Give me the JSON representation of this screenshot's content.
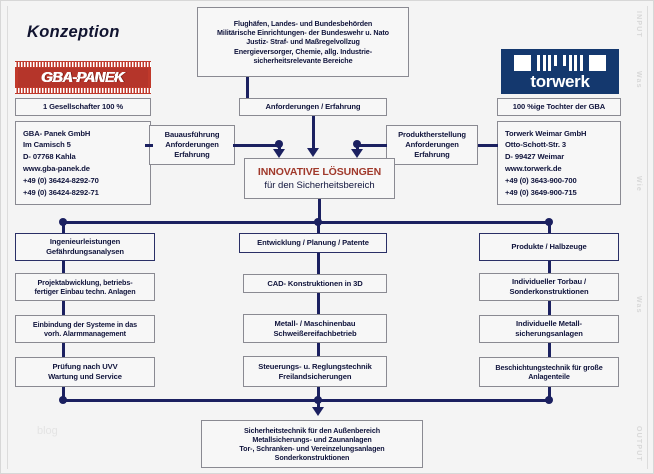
{
  "title": "Konzeption",
  "logos": {
    "gba": "GBA-PANEK",
    "torwerk": "torwerk"
  },
  "left": {
    "shareholder": "1 Gesellschafter 100 %",
    "address": [
      "GBA- Panek GmbH",
      "Im Camisch 5",
      "D- 07768 Kahla",
      "www.gba-panek.de",
      "+49 (0) 36424-8292-70",
      "+49 (0) 36424-8292-71"
    ],
    "role": [
      "Bauausführung",
      "Anforderungen",
      "Erfahrung"
    ],
    "column": [
      [
        "Ingenieurleistungen",
        "Gefährdungsanalysen"
      ],
      [
        "Projektabwicklung, betriebs-",
        "fertiger Einbau techn. Anlagen"
      ],
      [
        "Einbindung der Systeme in das",
        "vorh. Alarmmanagement"
      ],
      [
        "Prüfung nach UVV",
        "Wartung und Service"
      ]
    ]
  },
  "right": {
    "shareholder": "100 %ige Tochter der GBA",
    "address": [
      "Torwerk Weimar GmbH",
      "Otto-Schott-Str. 3",
      "D- 99427 Weimar",
      "www.torwerk.de",
      "+49 (0) 3643-900-700",
      "+49 (0) 3649-900-715"
    ],
    "role": [
      "Produktherstellung",
      "Anforderungen",
      "Erfahrung"
    ],
    "column": [
      [
        "Produkte / Halbzeuge"
      ],
      [
        "Individueller Torbau /",
        "Sonderkonstruktionen"
      ],
      [
        "Individuelle Metall-",
        "sicherungsanlagen"
      ],
      [
        "Beschichtungstechnik für große",
        "Anlagenteile"
      ]
    ]
  },
  "center": {
    "top": [
      "Flughäfen, Landes- und Bundesbehörden",
      "Militärische Einrichtungen- der Bundeswehr u. Nato",
      "Justiz-  Straf- und Maßregelvollzug",
      "Energieversorger, Chemie, allg. Industrie-",
      "sicherheitsrelevante Bereiche"
    ],
    "requirements": "Anforderungen / Erfahrung",
    "solution_title": "INNOVATIVE LÖSUNGEN",
    "solution_subtitle": "für den Sicherheitsbereich",
    "column": [
      [
        "Entwicklung / Planung / Patente"
      ],
      [
        "CAD- Konstruktionen in 3D"
      ],
      [
        "Metall- / Maschinenbau",
        "Schweißereifachbetrieb"
      ],
      [
        "Steuerungs- u.  Reglungstechnik",
        "Freilandsicherungen"
      ]
    ],
    "bottom": [
      "Sicherheitstechnik für den Außenbereich",
      "Metallsicherungs- und Zaunanlagen",
      "Tor-, Schranken- und Vereinzelungsanlagen",
      "Sonderkonstruktionen"
    ]
  },
  "edge_labels": {
    "input": "INPUT",
    "output": "OUTPUT",
    "mid1": "Was",
    "mid2": "Wie",
    "mid3": "Was"
  },
  "watermark": "blog",
  "colors": {
    "navy": "#1b2060",
    "accent_red": "#a0392b",
    "logo_red": "#c0392b",
    "logo_blue": "#14386e",
    "background": "#f4f4f4"
  }
}
